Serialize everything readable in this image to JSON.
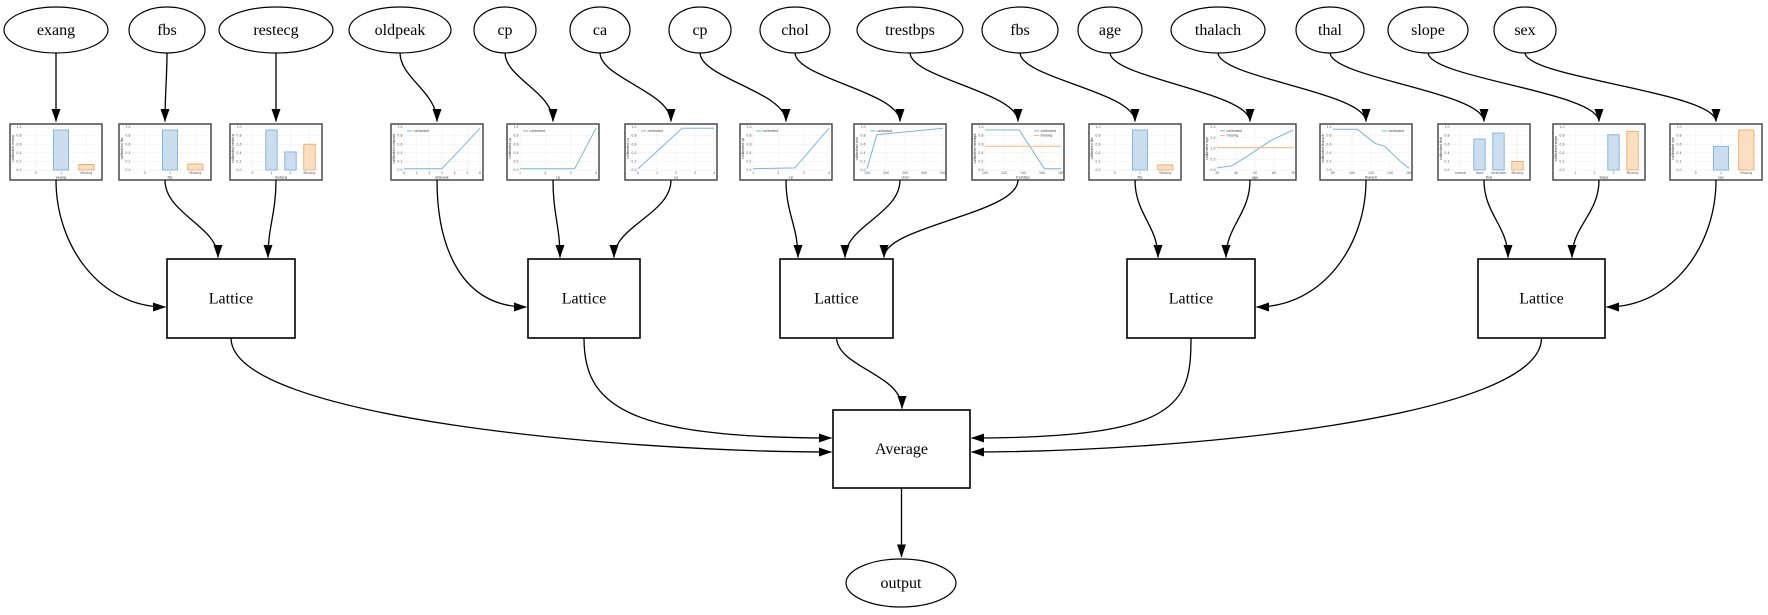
{
  "diagram": {
    "features": [
      {
        "label": "exang"
      },
      {
        "label": "fbs"
      },
      {
        "label": "restecg"
      },
      {
        "label": "oldpeak"
      },
      {
        "label": "cp"
      },
      {
        "label": "ca"
      },
      {
        "label": "cp"
      },
      {
        "label": "chol"
      },
      {
        "label": "trestbps"
      },
      {
        "label": "fbs"
      },
      {
        "label": "age"
      },
      {
        "label": "thalach"
      },
      {
        "label": "thal"
      },
      {
        "label": "slope"
      },
      {
        "label": "sex"
      }
    ],
    "lattice_label": "Lattice",
    "average_label": "Average",
    "output_label": "output",
    "colors": {
      "calibrated_line": "#7ab4dd",
      "missing_line": "#f7b977",
      "calibrated_bar_fill": "#cadef0",
      "calibrated_bar_edge": "#74a9d8",
      "missing_bar_fill": "#fcdfc0",
      "missing_bar_edge": "#f0a05a",
      "edge_color": "#000000",
      "node_border": "#000000",
      "chart_frame": "#3d3d3d",
      "grid": "#ececf4"
    }
  },
  "chart_data": [
    {
      "type": "bar",
      "feature": "exang",
      "xlabel": "exang",
      "ylabel": "calibrated exang",
      "xticks": [
        "0",
        "1",
        "Missing"
      ],
      "yticks": [
        "0.0",
        "0.2",
        "0.4",
        "0.6",
        "0.8",
        "1.0"
      ],
      "legend": [],
      "legend_pos": "",
      "bars": [
        {
          "pos": 1,
          "height": 0.93,
          "series": "calibrated"
        },
        {
          "pos": 2,
          "height": 0.13,
          "series": "missing"
        }
      ]
    },
    {
      "type": "bar",
      "feature": "fbs",
      "xlabel": "fbs",
      "ylabel": "calibrated fbs",
      "xticks": [
        "0",
        "1",
        "Missing"
      ],
      "yticks": [
        "0.0",
        "0.2",
        "0.4",
        "0.6",
        "0.8",
        "1.0"
      ],
      "legend": [],
      "legend_pos": "",
      "bars": [
        {
          "pos": 1,
          "height": 0.93,
          "series": "calibrated"
        },
        {
          "pos": 2,
          "height": 0.14,
          "series": "missing"
        }
      ]
    },
    {
      "type": "bar",
      "feature": "restecg",
      "xlabel": "restecg",
      "ylabel": "calibrated restecg",
      "xticks": [
        "0",
        "1",
        "2",
        "Missing"
      ],
      "yticks": [
        "0.0",
        "0.2",
        "0.4",
        "0.6",
        "0.8",
        "1.0"
      ],
      "legend": [],
      "legend_pos": "",
      "bars": [
        {
          "pos": 1,
          "height": 0.93,
          "series": "calibrated"
        },
        {
          "pos": 2,
          "height": 0.42,
          "series": "calibrated"
        },
        {
          "pos": 3,
          "height": 0.6,
          "series": "missing"
        }
      ]
    },
    {
      "type": "line",
      "feature": "oldpeak",
      "xlabel": "oldpeak",
      "ylabel": "calibrated oldpeak",
      "xticks": [
        "0",
        "1",
        "2",
        "3",
        "4",
        "5",
        "6"
      ],
      "yticks": [
        "0.0",
        "0.2",
        "0.4",
        "0.6",
        "0.8",
        "1.0"
      ],
      "legend": [
        "calibrated"
      ],
      "legend_pos": "tl",
      "series": [
        {
          "name": "calibrated",
          "points": [
            [
              0,
              0.03
            ],
            [
              0.5,
              0.03
            ],
            [
              1,
              0.97
            ]
          ]
        }
      ]
    },
    {
      "type": "line",
      "feature": "cp",
      "xlabel": "cp",
      "ylabel": "calibrated cp",
      "xticks": [
        "1",
        "2",
        "3",
        "4"
      ],
      "yticks": [
        "0.0",
        "0.2",
        "0.4",
        "0.6",
        "0.8",
        "1.0"
      ],
      "legend": [
        "calibrated"
      ],
      "legend_pos": "tl",
      "series": [
        {
          "name": "calibrated",
          "points": [
            [
              0,
              0.03
            ],
            [
              0.72,
              0.03
            ],
            [
              1,
              0.97
            ]
          ]
        }
      ]
    },
    {
      "type": "line",
      "feature": "ca",
      "xlabel": "ca",
      "ylabel": "calibrated ca",
      "xticks": [
        "0",
        "1",
        "2",
        "3",
        "4"
      ],
      "yticks": [
        "0.0",
        "0.2",
        "0.4",
        "0.6",
        "0.8",
        "1.0"
      ],
      "legend": [
        "calibrated"
      ],
      "legend_pos": "tl",
      "series": [
        {
          "name": "calibrated",
          "points": [
            [
              0,
              0.03
            ],
            [
              0.58,
              0.97
            ],
            [
              1,
              0.97
            ]
          ]
        }
      ]
    },
    {
      "type": "line",
      "feature": "cp",
      "xlabel": "cp",
      "ylabel": "calibrated cp",
      "xticks": [
        "1",
        "2",
        "3",
        "4"
      ],
      "yticks": [
        "0.0",
        "0.2",
        "0.4",
        "0.6",
        "0.8",
        "1.0"
      ],
      "legend": [
        "calibrated"
      ],
      "legend_pos": "tl",
      "series": [
        {
          "name": "calibrated",
          "points": [
            [
              0,
              0.03
            ],
            [
              0.55,
              0.05
            ],
            [
              1,
              0.97
            ]
          ]
        }
      ]
    },
    {
      "type": "line",
      "feature": "chol",
      "xlabel": "chol",
      "ylabel": "calibrated chol",
      "xticks": [
        "100",
        "200",
        "300",
        "400",
        "500"
      ],
      "yticks": [
        "0.0",
        "0.2",
        "0.4",
        "0.6",
        "0.8",
        "1.0"
      ],
      "legend": [
        "calibrated"
      ],
      "legend_pos": "tl",
      "series": [
        {
          "name": "calibrated",
          "points": [
            [
              0,
              0.03
            ],
            [
              0.13,
              0.82
            ],
            [
              1,
              0.97
            ]
          ]
        }
      ]
    },
    {
      "type": "line",
      "feature": "trestbps",
      "xlabel": "trestbps",
      "ylabel": "calibrated trestbps",
      "xticks": [
        "100",
        "120",
        "140",
        "160",
        "180"
      ],
      "yticks": [
        "0.0",
        "0.2",
        "0.4",
        "0.6",
        "0.8",
        "1.0"
      ],
      "legend": [
        "calibrated",
        "missing"
      ],
      "legend_pos": "tr",
      "series": [
        {
          "name": "calibrated",
          "points": [
            [
              0,
              0.93
            ],
            [
              0.45,
              0.93
            ],
            [
              0.78,
              0.03
            ],
            [
              1,
              0.03
            ]
          ]
        },
        {
          "name": "missing",
          "points": [
            [
              0,
              0.55
            ],
            [
              1,
              0.55
            ]
          ]
        }
      ]
    },
    {
      "type": "bar",
      "feature": "fbs",
      "xlabel": "fbs",
      "ylabel": "calibrated fbs",
      "xticks": [
        "0",
        "1",
        "Missing"
      ],
      "yticks": [
        "0.0",
        "0.2",
        "0.4",
        "0.6",
        "0.8",
        "1.0"
      ],
      "legend": [],
      "legend_pos": "",
      "bars": [
        {
          "pos": 1,
          "height": 0.93,
          "series": "calibrated"
        },
        {
          "pos": 2,
          "height": 0.12,
          "series": "missing"
        }
      ]
    },
    {
      "type": "line",
      "feature": "age",
      "xlabel": "age",
      "ylabel": "calibrated age",
      "xticks": [
        "30",
        "40",
        "50",
        "60",
        "70"
      ],
      "yticks": [
        "0.0",
        "0.5",
        "1.0",
        "1.5",
        "2.0"
      ],
      "legend": [
        "calibrated",
        "missing"
      ],
      "legend_pos": "tl",
      "series": [
        {
          "name": "calibrated",
          "points": [
            [
              0,
              0.05
            ],
            [
              0.2,
              0.1
            ],
            [
              0.45,
              0.38
            ],
            [
              0.7,
              0.68
            ],
            [
              1,
              0.93
            ]
          ]
        },
        {
          "name": "missing",
          "points": [
            [
              0,
              0.52
            ],
            [
              1,
              0.52
            ]
          ]
        }
      ]
    },
    {
      "type": "line",
      "feature": "thalach",
      "xlabel": "thalach",
      "ylabel": "calibrated thalach",
      "xticks": [
        "80",
        "100",
        "120",
        "140",
        "160"
      ],
      "yticks": [
        "0.0",
        "0.2",
        "0.4",
        "0.6",
        "0.8",
        "1.0"
      ],
      "legend": [
        "calibrated"
      ],
      "legend_pos": "tr",
      "series": [
        {
          "name": "calibrated",
          "points": [
            [
              0,
              0.95
            ],
            [
              0.32,
              0.95
            ],
            [
              0.55,
              0.62
            ],
            [
              0.68,
              0.55
            ],
            [
              0.9,
              0.18
            ],
            [
              1,
              0.04
            ]
          ]
        }
      ]
    },
    {
      "type": "bar",
      "feature": "thal",
      "xlabel": "thal",
      "ylabel": "calibrated thal",
      "xticks": [
        "normal",
        "fixed",
        "reversible",
        "Missing"
      ],
      "yticks": [
        "0.0",
        "0.2",
        "0.4",
        "0.6",
        "0.8",
        "1.0"
      ],
      "legend": [],
      "legend_pos": "",
      "bars": [
        {
          "pos": 1,
          "height": 0.72,
          "series": "calibrated"
        },
        {
          "pos": 2,
          "height": 0.86,
          "series": "calibrated"
        },
        {
          "pos": 3,
          "height": 0.2,
          "series": "missing"
        }
      ]
    },
    {
      "type": "bar",
      "feature": "slope",
      "xlabel": "slope",
      "ylabel": "calibrated slope",
      "xticks": [
        "1",
        "2",
        "3",
        "Missing"
      ],
      "yticks": [
        "0.0",
        "0.2",
        "0.4",
        "0.6",
        "0.8",
        "1.0"
      ],
      "legend": [],
      "legend_pos": "",
      "bars": [
        {
          "pos": 2,
          "height": 0.82,
          "series": "calibrated"
        },
        {
          "pos": 3,
          "height": 0.9,
          "series": "missing"
        }
      ]
    },
    {
      "type": "bar",
      "feature": "sex",
      "xlabel": "sex",
      "ylabel": "calibrated sex",
      "xticks": [
        "0",
        "1",
        "Missing"
      ],
      "yticks": [
        "0.0",
        "0.2",
        "0.4",
        "0.6",
        "0.8",
        "1.0"
      ],
      "legend": [],
      "legend_pos": "",
      "bars": [
        {
          "pos": 1,
          "height": 0.55,
          "series": "calibrated"
        },
        {
          "pos": 2,
          "height": 0.93,
          "series": "missing"
        }
      ]
    }
  ]
}
